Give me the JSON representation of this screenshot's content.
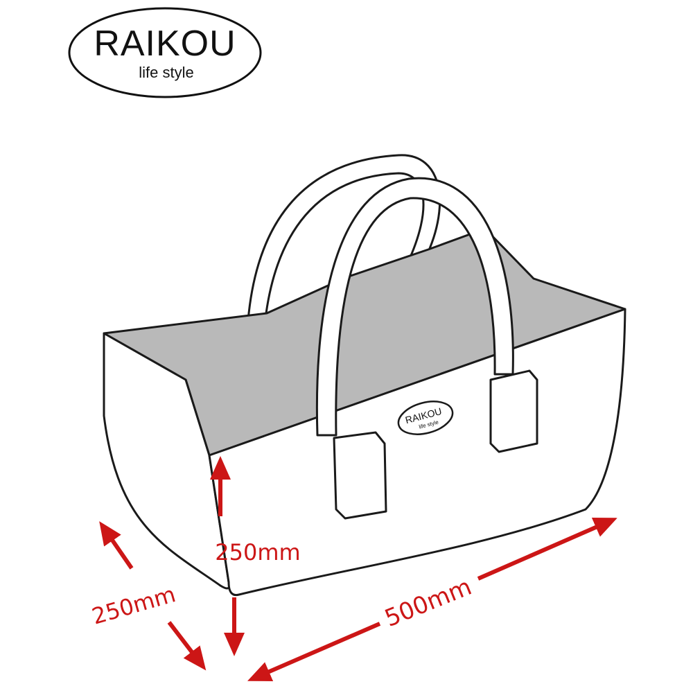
{
  "brand": {
    "name": "RAIKOU",
    "tagline": "life style"
  },
  "tag_label": {
    "name": "RAIKOU",
    "tagline": "life style"
  },
  "dimensions": {
    "height": "250mm",
    "depth": "250mm",
    "length": "500mm"
  },
  "colors": {
    "outline": "#1a1a1a",
    "interior": "#b9b9b9",
    "bag_body": "#ffffff",
    "dimension_arrow": "#cc1616"
  }
}
